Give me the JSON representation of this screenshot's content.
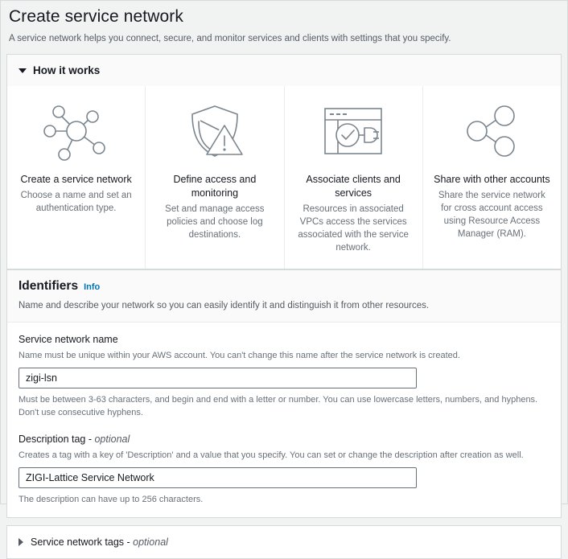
{
  "page": {
    "title": "Create service network",
    "subtitle": "A service network helps you connect, secure, and monitor services and clients with settings that you specify."
  },
  "how_it_works": {
    "title": "How it works",
    "expanded": true,
    "toggle_icon": "caret-down-icon",
    "cards": [
      {
        "icon": "network-hub-icon",
        "title": "Create a service network",
        "description": "Choose a name and set an authentication type."
      },
      {
        "icon": "shield-warning-icon",
        "title": "Define access and monitoring",
        "description": "Set and manage access policies and choose log destinations."
      },
      {
        "icon": "browser-plug-check-icon",
        "title": "Associate clients and services",
        "description": "Resources in associated VPCs access the services associated with the service network."
      },
      {
        "icon": "share-nodes-icon",
        "title": "Share with other accounts",
        "description": "Share the service network for cross account access using Resource Access Manager (RAM)."
      }
    ]
  },
  "identifiers": {
    "title": "Identifiers",
    "info_label": "Info",
    "description": "Name and describe your network so you can easily identify it and distinguish it from other resources.",
    "fields": [
      {
        "label": "Service network name",
        "optional_suffix": "",
        "hint": "Name must be unique within your AWS account. You can't change this name after the service network is created.",
        "value": "zigi-lsn",
        "placeholder": "",
        "sub_hint": "Must be between 3-63 characters, and begin and end with a letter or number. You can use lowercase letters, numbers, and hyphens. Don't use consecutive hyphens."
      },
      {
        "label": "Description tag - ",
        "optional_suffix": "optional",
        "hint": "Creates a tag with a key of 'Description' and a value that you specify. You can set or change the description after creation as well.",
        "value": "ZIGI-Lattice Service Network",
        "placeholder": "",
        "sub_hint": "The description can have up to 256 characters."
      }
    ]
  },
  "service_network_tags": {
    "label": "Service network tags - ",
    "optional_suffix": "optional",
    "expanded": false,
    "toggle_icon": "caret-right-icon"
  },
  "colors": {
    "page_background": "#f1f3f3",
    "container_background": "#ffffff",
    "header_background": "#fafafa",
    "border": "#d5dbdb",
    "text_primary": "#16191f",
    "text_secondary": "#545b64",
    "text_tertiary": "#687078",
    "link_blue": "#0073bb",
    "icon_stroke": "#687078"
  }
}
